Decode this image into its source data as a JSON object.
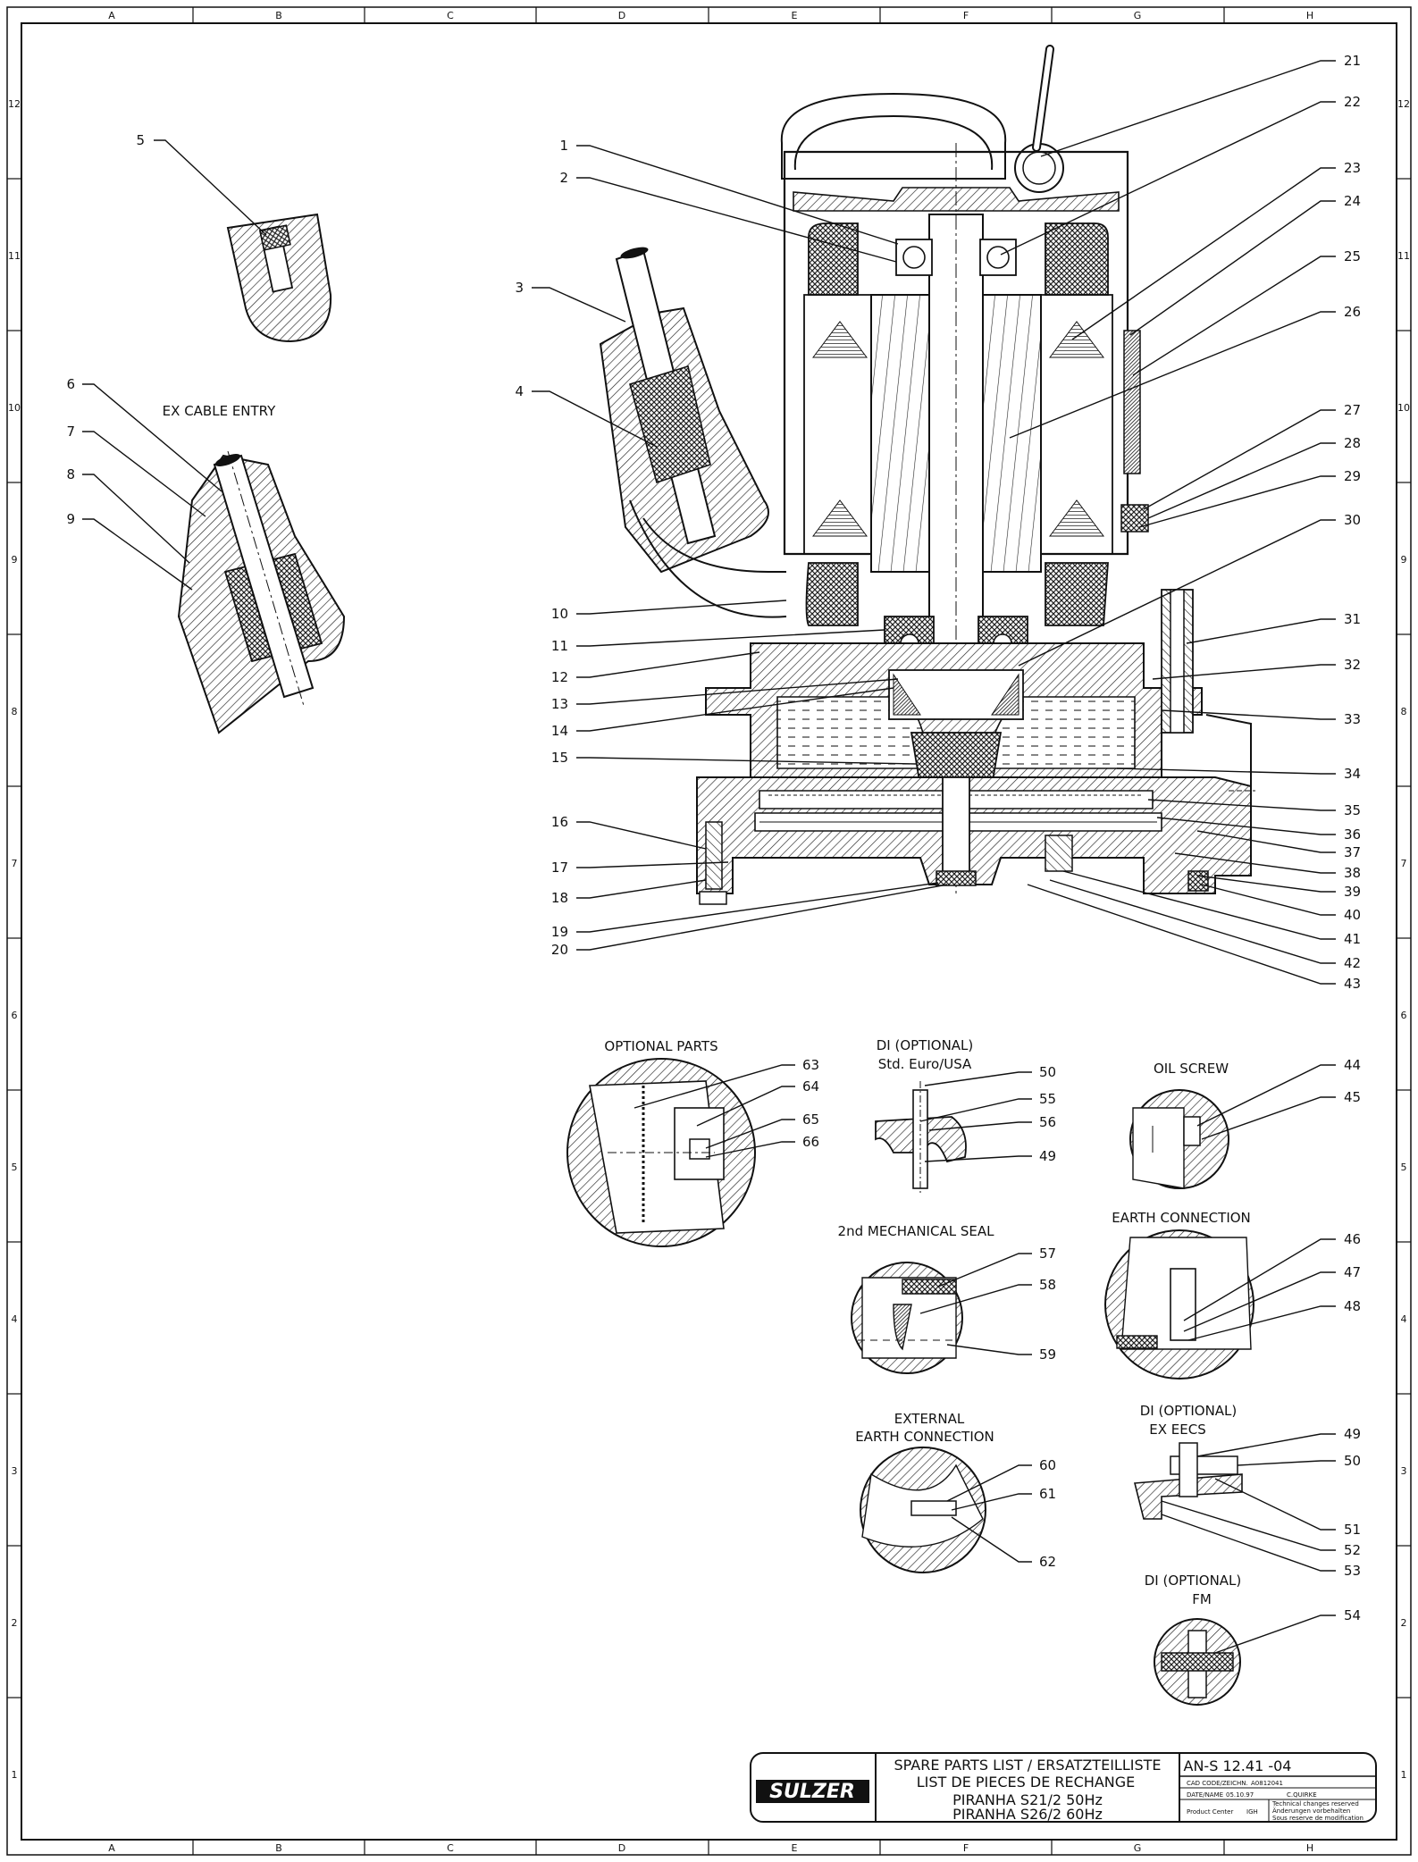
{
  "zones_top": [
    "A",
    "B",
    "C",
    "D",
    "E",
    "F",
    "G",
    "H"
  ],
  "zones_side": [
    "12",
    "11",
    "10",
    "9",
    "8",
    "7",
    "6",
    "5",
    "4",
    "3",
    "2",
    "1"
  ],
  "captions": {
    "ex_cable_entry": "EX CABLE ENTRY",
    "optional_parts": "OPTIONAL PARTS",
    "di_optional_std_1": "DI (OPTIONAL)",
    "di_optional_std_2": "Std. Euro/USA",
    "oil_screw": "OIL SCREW",
    "second_mech_seal": "2nd MECHANICAL SEAL",
    "earth_connection": "EARTH CONNECTION",
    "external_earth_1": "EXTERNAL",
    "external_earth_2": "EARTH CONNECTION",
    "di_optional_ex_1": "DI (OPTIONAL)",
    "di_optional_ex_2": "EX EECS",
    "di_optional_fm_1": "DI (OPTIONAL)",
    "di_optional_fm_2": "FM"
  },
  "part_numbers": {
    "p1": "1",
    "p2": "2",
    "p3": "3",
    "p4": "4",
    "p5": "5",
    "p6": "6",
    "p7": "7",
    "p8": "8",
    "p9": "9",
    "p10": "10",
    "p11": "11",
    "p12": "12",
    "p13": "13",
    "p14": "14",
    "p15": "15",
    "p16": "16",
    "p17": "17",
    "p18": "18",
    "p19": "19",
    "p20": "20",
    "p21": "21",
    "p22": "22",
    "p23": "23",
    "p24": "24",
    "p25": "25",
    "p26": "26",
    "p27": "27",
    "p28": "28",
    "p29": "29",
    "p30": "30",
    "p31": "31",
    "p32": "32",
    "p33": "33",
    "p34": "34",
    "p35": "35",
    "p36": "36",
    "p37": "37",
    "p38": "38",
    "p39": "39",
    "p40": "40",
    "p41": "41",
    "p42": "42",
    "p43": "43",
    "p44": "44",
    "p45": "45",
    "p46": "46",
    "p47": "47",
    "p48": "48",
    "p49a": "49",
    "p49b": "49",
    "p50a": "50",
    "p50b": "50",
    "p51": "51",
    "p52": "52",
    "p53": "53",
    "p54": "54",
    "p55": "55",
    "p56": "56",
    "p57": "57",
    "p58": "58",
    "p59": "59",
    "p60": "60",
    "p61": "61",
    "p62": "62",
    "p63": "63",
    "p64": "64",
    "p65": "65",
    "p66": "66"
  },
  "title_block": {
    "logo": "SULZER",
    "title_line1": "SPARE PARTS LIST / ERSATZTEILLISTE",
    "title_line2": "LIST DE PIECES DE RECHANGE",
    "model1": "PIRANHA S21/2 50Hz",
    "model2": "PIRANHA S26/2 60Hz",
    "doc_number": "AN-S 12.41 -04",
    "cad_code_label": "CAD CODE/ZEICHN.",
    "cad_code_value": "A0812041",
    "date_label": "DATE/NAME",
    "date_value": "05.10.97",
    "name_value": "C.QUIRKE",
    "product_center_label": "Product Center",
    "product_center_value": "IGH",
    "changes_1": "Technical changes reserved",
    "changes_2": "Änderungen vorbehalten",
    "changes_3": "Sous reserve de modification"
  }
}
